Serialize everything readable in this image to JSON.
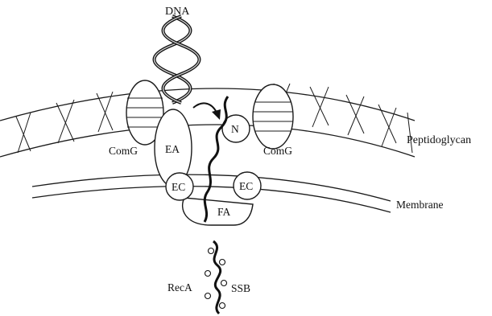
{
  "labels": {
    "dna": "DNA",
    "peptidoglycan": "Peptidoglycan",
    "membrane": "Membrane",
    "comg_left": "ComG",
    "comg_right": "ComG",
    "ea": "EA",
    "ec_left": "EC",
    "ec_right": "EC",
    "fa": "FA",
    "n": "N",
    "reca": "RecA",
    "ssb": "SSB"
  }
}
